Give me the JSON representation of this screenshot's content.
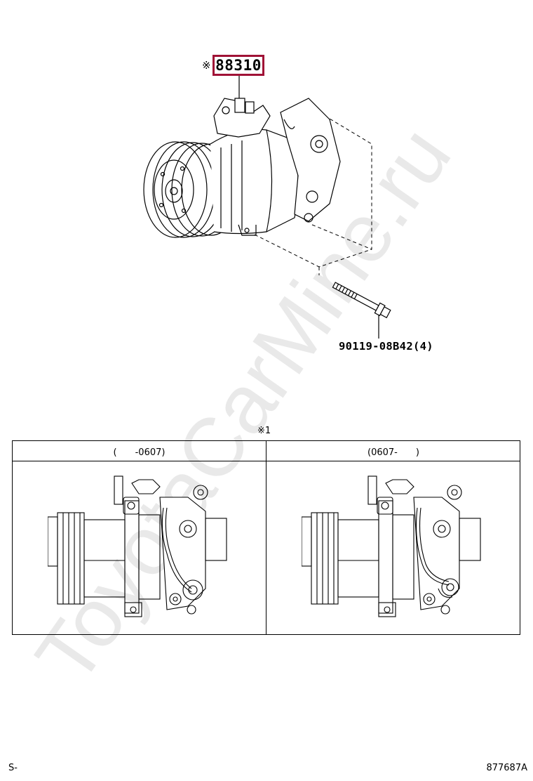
{
  "main_part": {
    "ref_mark": "※",
    "number": "88310"
  },
  "bolt": {
    "label": "90119-08B42(4)"
  },
  "variant_table": {
    "ref_mark": "※1",
    "columns": [
      {
        "label": "(　　-0607)"
      },
      {
        "label": "(0607-　　)"
      }
    ]
  },
  "watermark": {
    "text": "ToyotaCarMine.ru"
  },
  "footer": {
    "left": "S-",
    "right": "877687A"
  },
  "colors": {
    "highlight_border": "#a01236",
    "line": "#000000",
    "watermark": "#e6e6e6"
  }
}
